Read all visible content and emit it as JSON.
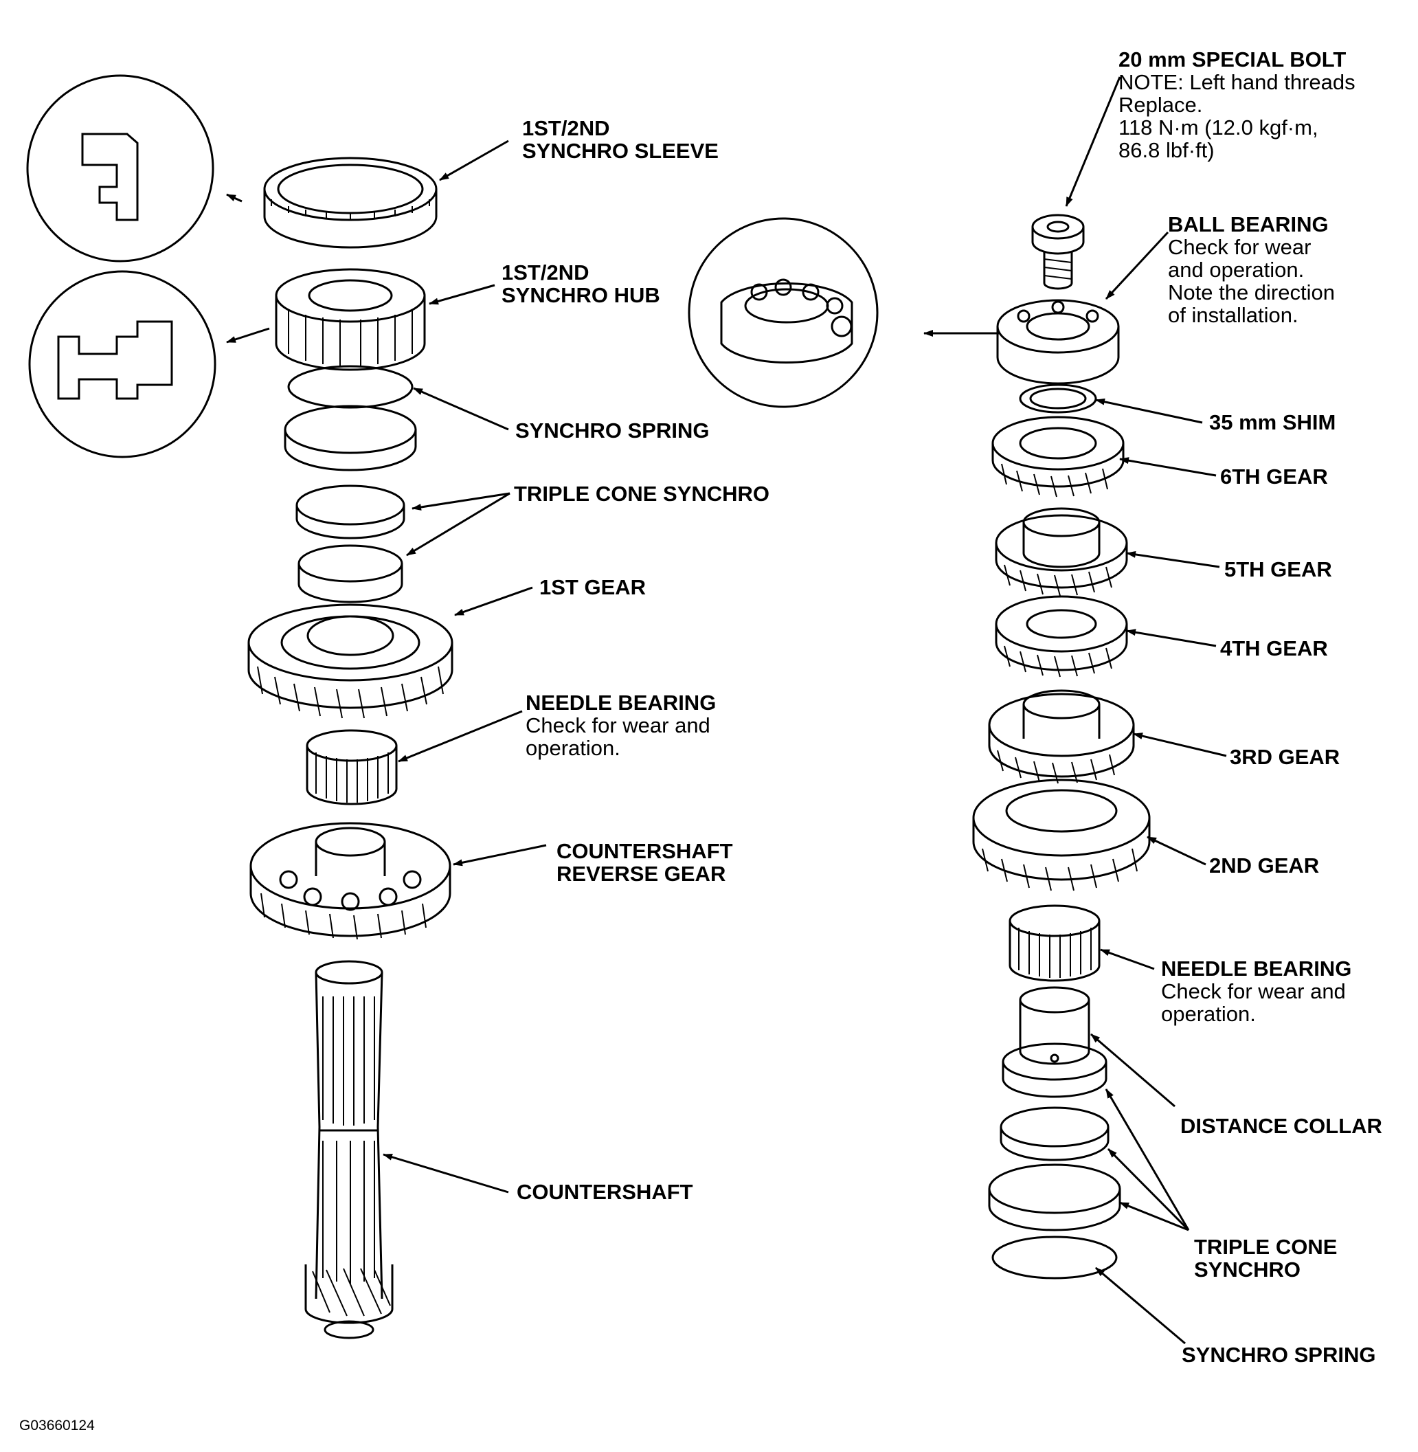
{
  "labels": {
    "sleeve_1": "1ST/2ND",
    "sleeve_2": "SYNCHRO SLEEVE",
    "hub_1": "1ST/2ND",
    "hub_2": "SYNCHRO HUB",
    "spring_left": "SYNCHRO SPRING",
    "triple_left": "TRIPLE CONE SYNCHRO",
    "first_gear": "1ST GEAR",
    "needle_left_title": "NEEDLE BEARING",
    "needle_left_note_1": "Check for wear and",
    "needle_left_note_2": "operation.",
    "rev_1": "COUNTERSHAFT",
    "rev_2": "REVERSE GEAR",
    "countershaft": "COUNTERSHAFT",
    "bolt_title": "20 mm SPECIAL BOLT",
    "bolt_note_1": "NOTE: Left hand threads",
    "bolt_note_2": "Replace.",
    "bolt_note_3": "118 N·m (12.0 kgf·m,",
    "bolt_note_4": "86.8 lbf·ft)",
    "ball_title": "BALL BEARING",
    "ball_note_1": "Check for wear",
    "ball_note_2": "and operation.",
    "ball_note_3": "Note the direction",
    "ball_note_4": "of installation.",
    "shim": "35 mm SHIM",
    "g6": "6TH GEAR",
    "g5": "5TH GEAR",
    "g4": "4TH GEAR",
    "g3": "3RD GEAR",
    "g2": "2ND GEAR",
    "needle_right_title": "NEEDLE BEARING",
    "needle_right_note_1": "Check for wear and",
    "needle_right_note_2": "operation.",
    "collar": "DISTANCE COLLAR",
    "triple_right_1": "TRIPLE CONE",
    "triple_right_2": "SYNCHRO",
    "spring_right": "SYNCHRO SPRING"
  },
  "figure_code": "G03660124"
}
